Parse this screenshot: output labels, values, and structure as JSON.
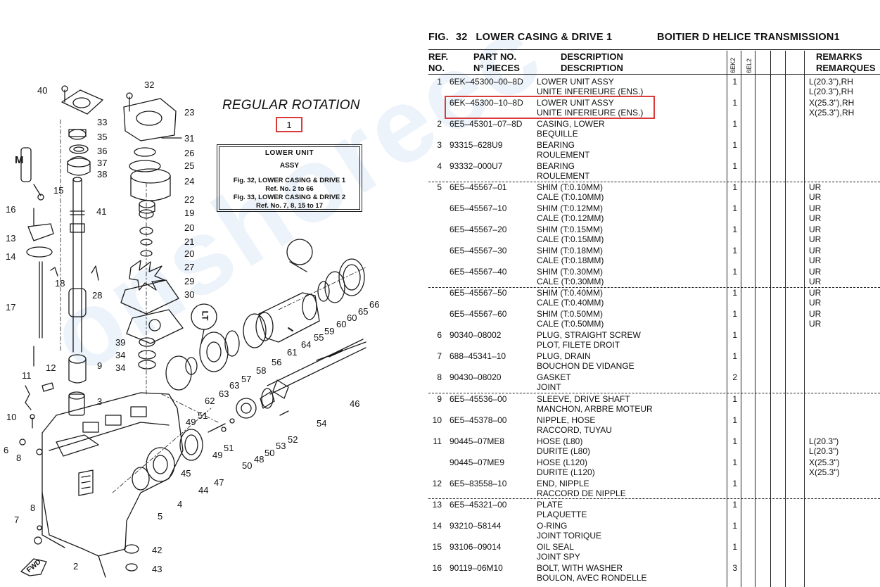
{
  "diagram": {
    "regular_rotation": "REGULAR ROTATION",
    "ref_number": "1",
    "assy_box": {
      "line1": "LOWER UNIT",
      "line2": "ASSY",
      "line3": "Fig. 32, LOWER CASING & DRIVE 1",
      "line4": "Ref. No. 2 to 66",
      "line5": "Fig. 33, LOWER CASING & DRIVE 2",
      "line6": "Ref. No. 7, 8, 15 to 17"
    },
    "fwd_label": "FWD",
    "badge_m": "M",
    "badge_lt": "LT",
    "callouts": [
      {
        "t": "40"
      },
      {
        "t": "32"
      },
      {
        "t": "23"
      },
      {
        "t": "33"
      },
      {
        "t": "35"
      },
      {
        "t": "36"
      },
      {
        "t": "37"
      },
      {
        "t": "38"
      },
      {
        "t": "31"
      },
      {
        "t": "26"
      },
      {
        "t": "25"
      },
      {
        "t": "24"
      },
      {
        "t": "22"
      },
      {
        "t": "19"
      },
      {
        "t": "20"
      },
      {
        "t": "21"
      },
      {
        "t": "20"
      },
      {
        "t": "27"
      },
      {
        "t": "29"
      },
      {
        "t": "30"
      },
      {
        "t": "15"
      },
      {
        "t": "16"
      },
      {
        "t": "41"
      },
      {
        "t": "13"
      },
      {
        "t": "14"
      },
      {
        "t": "18"
      },
      {
        "t": "28"
      },
      {
        "t": "17"
      },
      {
        "t": "39"
      },
      {
        "t": "34"
      },
      {
        "t": "34"
      },
      {
        "t": "9"
      },
      {
        "t": "11"
      },
      {
        "t": "12"
      },
      {
        "t": "3"
      },
      {
        "t": "10"
      },
      {
        "t": "6"
      },
      {
        "t": "8"
      },
      {
        "t": "8"
      },
      {
        "t": "7"
      },
      {
        "t": "2"
      },
      {
        "t": "42"
      },
      {
        "t": "43"
      },
      {
        "t": "5"
      },
      {
        "t": "4"
      },
      {
        "t": "45"
      },
      {
        "t": "44"
      },
      {
        "t": "47"
      },
      {
        "t": "49"
      },
      {
        "t": "49"
      },
      {
        "t": "51"
      },
      {
        "t": "51"
      },
      {
        "t": "50"
      },
      {
        "t": "50"
      },
      {
        "t": "48"
      },
      {
        "t": "53"
      },
      {
        "t": "52"
      },
      {
        "t": "54"
      },
      {
        "t": "46"
      },
      {
        "t": "62"
      },
      {
        "t": "63"
      },
      {
        "t": "63"
      },
      {
        "t": "57"
      },
      {
        "t": "58"
      },
      {
        "t": "56"
      },
      {
        "t": "61"
      },
      {
        "t": "64"
      },
      {
        "t": "55"
      },
      {
        "t": "59"
      },
      {
        "t": "60"
      },
      {
        "t": "60"
      },
      {
        "t": "65"
      },
      {
        "t": "66"
      }
    ]
  },
  "parts_list": {
    "fig_label": "FIG.",
    "fig_number": "32",
    "fig_title_en": "LOWER CASING & DRIVE 1",
    "fig_title_fr": "BOITIER D HELICE TRANSMISSION1",
    "headers": {
      "ref_1": "REF.",
      "ref_2": "NO.",
      "part_1": "PART NO.",
      "part_2": "N° PIECES",
      "desc_1": "DESCRIPTION",
      "desc_2": "DESCRIPTION",
      "model_1": "6EK2",
      "model_2": "6EL2",
      "rem_1": "REMARKS",
      "rem_2": "REMARQUES"
    },
    "rows": [
      {
        "ref": "1",
        "pn": "6EK–45300–00–8D",
        "d1": "LOWER UNIT ASSY",
        "d2": "UNITE INFERIEURE (ENS.)",
        "qty": "1",
        "r1": "L(20.3\"),RH",
        "r2": "L(20.3\"),RH"
      },
      {
        "ref": "",
        "pn": "6EK–45300–10–8D",
        "d1": "LOWER UNIT ASSY",
        "d2": "UNITE INFERIEURE (ENS.)",
        "qty": "1",
        "r1": "X(25.3\"),RH",
        "r2": "X(25.3\"),RH"
      },
      {
        "ref": "2",
        "pn": "6E5–45301–07–8D",
        "d1": "CASING, LOWER",
        "d2": "BEQUILLE",
        "qty": "1",
        "r1": "",
        "r2": ""
      },
      {
        "ref": "3",
        "pn": "93315–628U9",
        "d1": "BEARING",
        "d2": "ROULEMENT",
        "qty": "1",
        "r1": "",
        "r2": ""
      },
      {
        "ref": "4",
        "pn": "93332–000U7",
        "d1": "BEARING",
        "d2": "ROULEMENT",
        "qty": "1",
        "r1": "",
        "r2": ""
      },
      {
        "ref": "5",
        "pn": "6E5–45567–01",
        "d1": "SHIM (T:0.10MM)",
        "d2": "CALE (T:0.10MM)",
        "qty": "1",
        "r1": "UR",
        "r2": "UR"
      },
      {
        "ref": "",
        "pn": "6E5–45567–10",
        "d1": "SHIM (T:0.12MM)",
        "d2": "CALE (T:0.12MM)",
        "qty": "1",
        "r1": "UR",
        "r2": "UR"
      },
      {
        "ref": "",
        "pn": "6E5–45567–20",
        "d1": "SHIM (T:0.15MM)",
        "d2": "CALE (T:0.15MM)",
        "qty": "1",
        "r1": "UR",
        "r2": "UR"
      },
      {
        "ref": "",
        "pn": "6E5–45567–30",
        "d1": "SHIM (T:0.18MM)",
        "d2": "CALE (T:0.18MM)",
        "qty": "1",
        "r1": "UR",
        "r2": "UR"
      },
      {
        "ref": "",
        "pn": "6E5–45567–40",
        "d1": "SHIM (T:0.30MM)",
        "d2": "CALE (T:0.30MM)",
        "qty": "1",
        "r1": "UR",
        "r2": "UR"
      },
      {
        "ref": "",
        "pn": "6E5–45567–50",
        "d1": "SHIM (T:0.40MM)",
        "d2": "CALE (T:0.40MM)",
        "qty": "1",
        "r1": "UR",
        "r2": "UR"
      },
      {
        "ref": "",
        "pn": "6E5–45567–60",
        "d1": "SHIM (T:0.50MM)",
        "d2": "CALE (T:0.50MM)",
        "qty": "1",
        "r1": "UR",
        "r2": "UR"
      },
      {
        "ref": "6",
        "pn": "90340–08002",
        "d1": "PLUG, STRAIGHT SCREW",
        "d2": "PLOT, FILETE DROIT",
        "qty": "1",
        "r1": "",
        "r2": ""
      },
      {
        "ref": "7",
        "pn": "688–45341–10",
        "d1": "PLUG, DRAIN",
        "d2": "BOUCHON DE VIDANGE",
        "qty": "1",
        "r1": "",
        "r2": ""
      },
      {
        "ref": "8",
        "pn": "90430–08020",
        "d1": "GASKET",
        "d2": "JOINT",
        "qty": "2",
        "r1": "",
        "r2": ""
      },
      {
        "ref": "9",
        "pn": "6E5–45536–00",
        "d1": "SLEEVE, DRIVE SHAFT",
        "d2": "MANCHON, ARBRE MOTEUR",
        "qty": "1",
        "r1": "",
        "r2": ""
      },
      {
        "ref": "10",
        "pn": "6E5–45378–00",
        "d1": "NIPPLE, HOSE",
        "d2": "RACCORD, TUYAU",
        "qty": "1",
        "r1": "",
        "r2": ""
      },
      {
        "ref": "11",
        "pn": "90445–07ME8",
        "d1": "HOSE (L80)",
        "d2": "DURITE (L80)",
        "qty": "1",
        "r1": "L(20.3\")",
        "r2": "L(20.3\")"
      },
      {
        "ref": "",
        "pn": "90445–07ME9",
        "d1": "HOSE (L120)",
        "d2": "DURITE (L120)",
        "qty": "1",
        "r1": "X(25.3\")",
        "r2": "X(25.3\")"
      },
      {
        "ref": "12",
        "pn": "6E5–83558–10",
        "d1": "END, NIPPLE",
        "d2": "RACCORD DE NIPPLE",
        "qty": "1",
        "r1": "",
        "r2": ""
      },
      {
        "ref": "13",
        "pn": "6E5–45321–00",
        "d1": "PLATE",
        "d2": "PLAQUETTE",
        "qty": "1",
        "r1": "",
        "r2": ""
      },
      {
        "ref": "14",
        "pn": "93210–58144",
        "d1": "O-RING",
        "d2": "JOINT TORIQUE",
        "qty": "1",
        "r1": "",
        "r2": ""
      },
      {
        "ref": "15",
        "pn": "93106–09014",
        "d1": "OIL SEAL",
        "d2": "JOINT SPY",
        "qty": "1",
        "r1": "",
        "r2": ""
      },
      {
        "ref": "16",
        "pn": "90119–06M10",
        "d1": "BOLT, WITH WASHER",
        "d2": "BOULON, AVEC RONDELLE",
        "qty": "3",
        "r1": "",
        "r2": ""
      }
    ]
  }
}
